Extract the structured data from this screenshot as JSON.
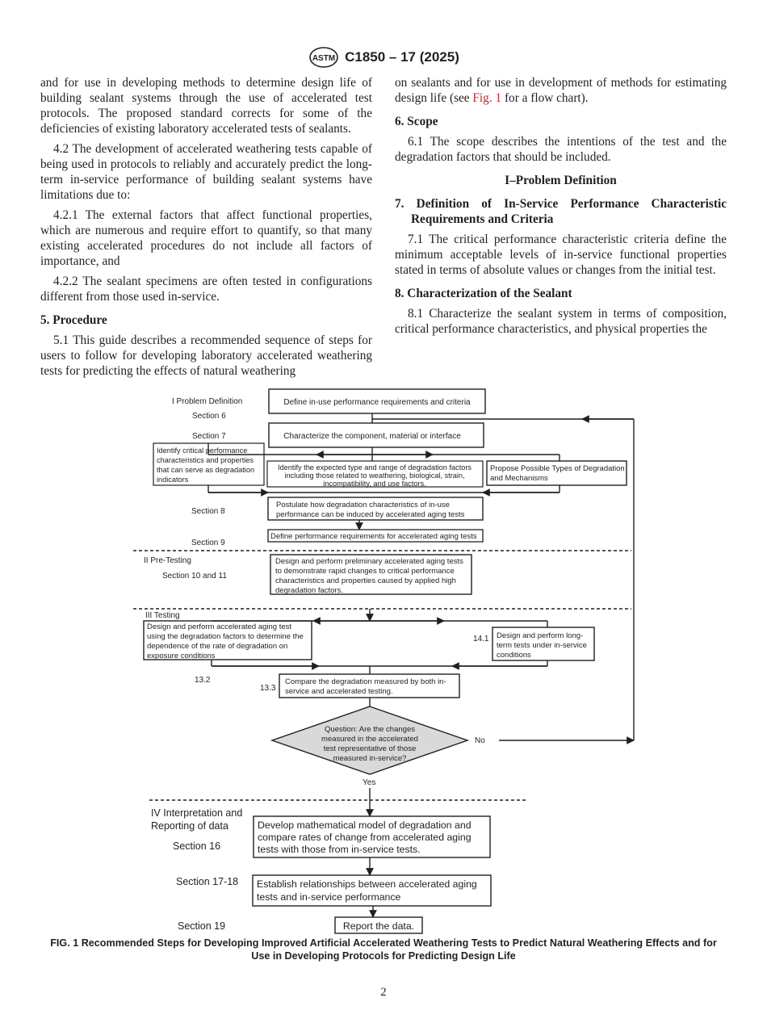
{
  "header": {
    "logo_text": "ASTM",
    "designation": "C1850 – 17 (2025)"
  },
  "left_column": {
    "p_intro": "and for use in developing methods to determine design life of building sealant systems through the use of accelerated test protocols. The proposed standard corrects for some of the deficiencies of existing laboratory accelerated tests of sealants.",
    "p_4_2": "4.2 The development of accelerated weathering tests capable of being used in protocols to reliably and accurately predict the long-term in-service performance of building sealant systems have limitations due to:",
    "p_4_2_1": "4.2.1 The external factors that affect functional properties, which are numerous and require effort to quantify, so that many existing accelerated procedures do not include all factors of importance, and",
    "p_4_2_2": "4.2.2 The sealant specimens are often tested in configurations different from those used in-service.",
    "h_5": "5. Procedure",
    "p_5_1": "5.1 This guide describes a recommended sequence of steps for users to follow for developing laboratory accelerated weathering tests for predicting the effects of natural weathering"
  },
  "right_column": {
    "p_cont_before": "on sealants and for use in development of methods for estimating design life (see ",
    "p_cont_link": "Fig. 1",
    "p_cont_after": " for a flow chart).",
    "h_6": "6. Scope",
    "p_6_1": "6.1 The scope describes the intentions of the test and the degradation factors that should be included.",
    "h_part_1": "I–Problem Definition",
    "h_7": "7. Definition of In-Service Performance Characteristic Requirements and Criteria",
    "p_7_1": "7.1 The critical performance characteristic criteria define the minimum acceptable levels of in-service functional properties stated in terms of absolute values or changes from the initial test.",
    "h_8": "8. Characterization of the Sealant",
    "p_8_1": "8.1 Characterize the sealant system in terms of composition, critical performance characteristics, and physical properties the"
  },
  "flowchart": {
    "label_part_1": "I Problem Definition",
    "label_section_6": "Section 6",
    "label_section_7": "Section 7",
    "label_section_8": "Section 8",
    "label_section_9": "Section 9",
    "label_part_2": "II Pre-Testing",
    "label_section_10_11": "Section 10 and 11",
    "label_part_3": "III Testing",
    "label_13_2": "13.2",
    "label_13_3": "13.3",
    "label_14_1": "14.1",
    "label_part_4_l1": "IV Interpretation and",
    "label_part_4_l2": "Reporting of data",
    "label_section_16": "Section 16",
    "label_section_17_18": "Section 17-18",
    "label_section_19": "Section 19",
    "box_define": "Define in-use performance requirements and criteria",
    "box_characterize": "Characterize the component, material or interface",
    "box_identify_critical": [
      "Identify critical performance",
      "characteristics and properties",
      "that can serve as degradation",
      "indicators"
    ],
    "box_identify_factors": [
      "Identify the expected type and range of degradation factors",
      "including those related to weathering, biological, strain,",
      "incompatibility, and use  factors."
    ],
    "box_propose": [
      "Propose Possible Types of Degradation",
      "and Mechanisms"
    ],
    "box_postulate": [
      "Postulate how degradation characteristics of in-use",
      "performance can be induced by accelerated aging tests"
    ],
    "box_define_accel": "Define performance requirements for accelerated aging tests",
    "box_pretest": [
      "Design and perform preliminary accelerated aging tests",
      "to demonstrate rapid changes to critical performance",
      "characteristics and properties caused by applied high",
      "degradation factors."
    ],
    "box_accel_test": [
      "Design and perform accelerated aging test",
      "using the degradation factors to determine the",
      "dependence of the rate of degradation on",
      "exposure conditions"
    ],
    "box_longterm": [
      "Design and perform long-",
      "term tests under in-service",
      "conditions"
    ],
    "box_compare": [
      "Compare the degradation measured by both in-",
      "service and accelerated testing."
    ],
    "decision": [
      "Question: Are the changes",
      "measured in the accelerated",
      "test representative of those",
      "measured in-service?"
    ],
    "label_no": "No",
    "label_yes": "Yes",
    "box_model": [
      "Develop mathematical model of degradation and",
      "compare rates of change from accelerated aging",
      "tests with those from in-service tests."
    ],
    "box_relationships": [
      "Establish relationships between accelerated aging",
      "tests and in-service performance"
    ],
    "box_report": "Report the data."
  },
  "caption": "FIG. 1 Recommended Steps for Developing Improved Artificial Accelerated Weathering Tests to Predict Natural Weathering Effects and for Use in Developing Protocols for Predicting Design Life",
  "page_number": "2"
}
